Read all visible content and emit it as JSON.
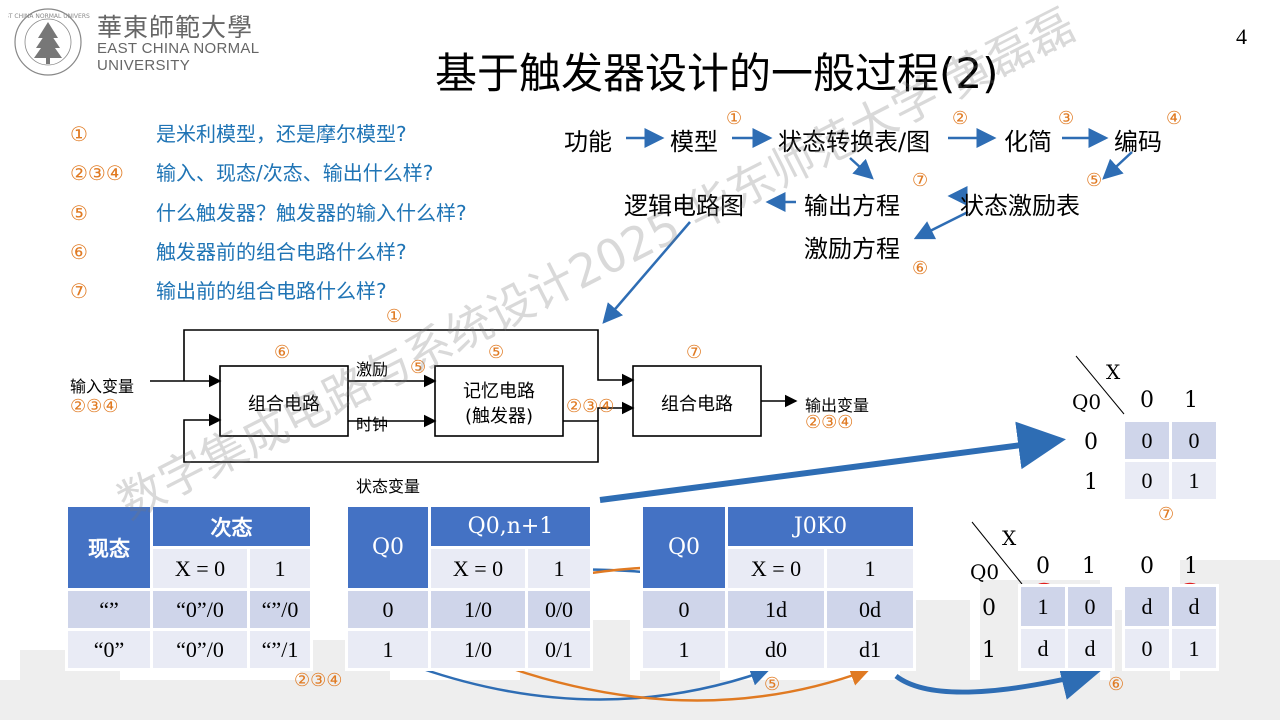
{
  "logo": {
    "name_cn": "華東師範大學",
    "name_en_line1": "EAST CHINA NORMAL",
    "name_en_line2": "UNIVERSITY",
    "seal_text": "EAST CHINA NORMAL UNIVERSITY"
  },
  "page": {
    "title": "基于触发器设计的一般过程(2)",
    "number": "4"
  },
  "questions": [
    {
      "num": "①",
      "text": "是米利模型，还是摩尔模型?"
    },
    {
      "num": "②③④",
      "text": "输入、现态/次态、输出什么样?"
    },
    {
      "num": "⑤",
      "text": "什么触发器？触发器的输入什么样?"
    },
    {
      "num": "⑥",
      "text": "触发器前的组合电路什么样?"
    },
    {
      "num": "⑦",
      "text": "输出前的组合电路什么样?"
    }
  ],
  "flow": {
    "function": "功能",
    "model": "模型",
    "state_table": "状态转换表/图",
    "simplify": "化简",
    "encode": "编码",
    "excitation_table": "状态激励表",
    "output_eq": "输出方程",
    "excitation_eq": "激励方程",
    "logic_diagram": "逻辑电路图",
    "marks": {
      "m1": "①",
      "m2": "②",
      "m3": "③",
      "m4": "④",
      "m5": "⑤",
      "m6": "⑥",
      "m7": "⑦"
    }
  },
  "circuit": {
    "input_var": "输入变量",
    "input_marks": "②③④",
    "comb1": "组合电路",
    "comb1_mark": "⑥",
    "excite_label": "激励",
    "excite_mark": "⑤",
    "clock_label": "时钟",
    "memory_line1": "记忆电路",
    "memory_line2": "(触发器)",
    "memory_mark": "⑤",
    "state_marks": "②③④",
    "comb2": "组合电路",
    "comb2_mark": "⑦",
    "output_var": "输出变量",
    "output_marks": "②③④",
    "state_var": "状态变量",
    "top_mark": "①"
  },
  "table_state": {
    "h_current": "现态",
    "h_next": "次态",
    "sub_x0": "X = 0",
    "sub_1": "1",
    "rows": [
      {
        "cur": "“”",
        "x0": "“0”/0",
        "x1": "“”/0"
      },
      {
        "cur": "“0”",
        "x0": "“0”/0",
        "x1": "“”/1"
      }
    ],
    "mark": "②③④"
  },
  "table_q": {
    "h_q0": "Q0",
    "h_next": "Q0,n+1",
    "sub_x0": "X = 0",
    "sub_1": "1",
    "rows": [
      {
        "cur": "0",
        "x0": "1/0",
        "x1": "0/0"
      },
      {
        "cur": "1",
        "x0": "1/0",
        "x1": "0/1"
      }
    ]
  },
  "table_jk": {
    "h_q0": "Q0",
    "h_jk": "J0K0",
    "sub_x0": "X = 0",
    "sub_1": "1",
    "rows": [
      {
        "cur": "0",
        "x0": "1d",
        "x1": "0d"
      },
      {
        "cur": "1",
        "x0": "d0",
        "x1": "d1"
      }
    ],
    "mark": "⑤"
  },
  "kmap_output": {
    "x_label": "X",
    "q_label": "Q0",
    "cols": [
      "0",
      "1"
    ],
    "rows": [
      {
        "q": "0",
        "cells": [
          "0",
          "0"
        ]
      },
      {
        "q": "1",
        "cells": [
          "0",
          "1"
        ]
      }
    ],
    "mark": "⑦"
  },
  "kmap_jk": {
    "x_label": "X",
    "q_label": "Q0",
    "cols": [
      "0",
      "1",
      "0",
      "1"
    ],
    "rows": [
      {
        "q": "0",
        "j": [
          "1",
          "0"
        ],
        "k": [
          "d",
          "d"
        ]
      },
      {
        "q": "1",
        "j": [
          "d",
          "d"
        ],
        "k": [
          "0",
          "1"
        ]
      }
    ],
    "mark": "⑥"
  },
  "watermark": "数字集成电路与系统设计2025 华东师范大学 黄磊磊",
  "colors": {
    "header_blue": "#4472c4",
    "row_dark": "#cfd5ea",
    "row_light": "#e9ebf5",
    "accent_orange": "#e07a22",
    "text_blue": "#1f74b5",
    "arrow_blue": "#2e6db4",
    "circle_red": "#e02020"
  }
}
